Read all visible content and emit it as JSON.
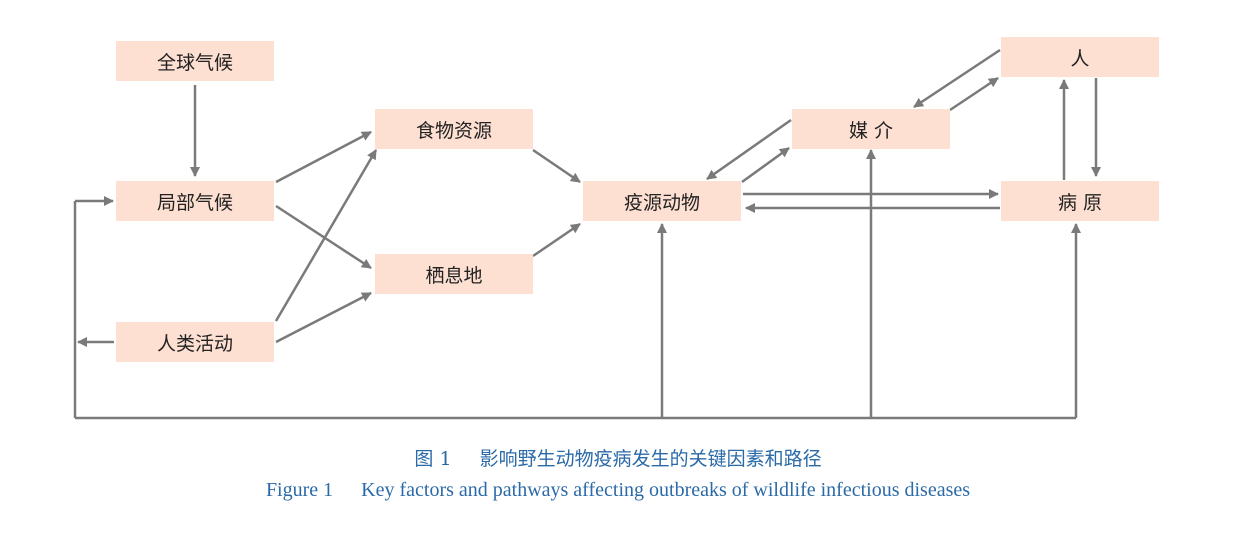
{
  "nodes": {
    "global_climate": "全球气候",
    "local_climate": "局部气候",
    "human_activity": "人类活动",
    "food_resources": "食物资源",
    "habitat": "栖息地",
    "reservoir_animals": "疫源动物",
    "vector": "媒 介",
    "human": "人",
    "pathogen": "病 原"
  },
  "caption": {
    "cn_number": "图 1",
    "cn_title": "影响野生动物疫病发生的关键因素和路径",
    "en_number": "Figure 1",
    "en_title": "Key factors and pathways affecting outbreaks of wildlife infectious diseases"
  },
  "colors": {
    "node_fill": "#fde0d2",
    "arrow": "#7a7a7a",
    "caption": "#2b6aa8"
  }
}
